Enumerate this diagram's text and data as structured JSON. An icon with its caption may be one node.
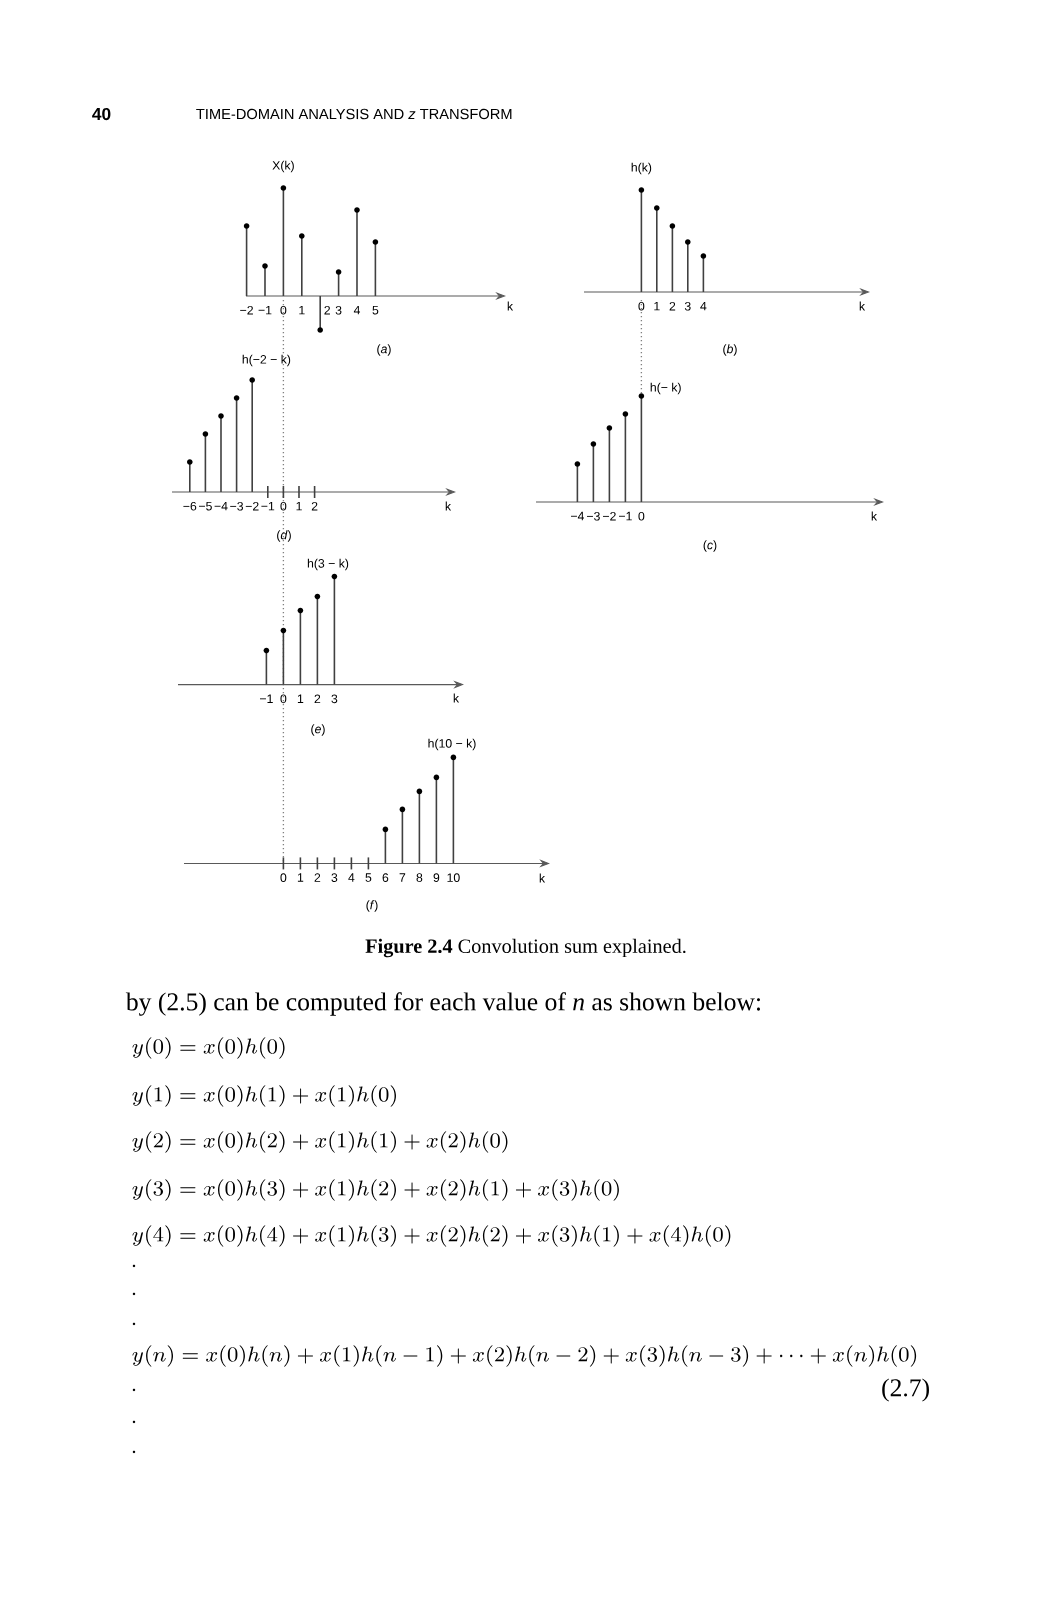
{
  "diagram": {
    "caption": "**Figure 2.4** Convolution sum explained.",
    "labels": [
      "40",
      "TIME-DOMAIN ANALYSIS AND *z* TRANSFORM",
      "X(k)",
      "−2",
      "−1",
      "0",
      "1",
      "2",
      "3",
      "4",
      "5",
      "k",
      "(*a*)",
      "h(k)",
      "0",
      "1",
      "2",
      "3",
      "4",
      "k",
      "(*b*)",
      "h(−2 − k)",
      "−6",
      "−5",
      "−4",
      "−3",
      "−2",
      "−1",
      "0",
      "1",
      "2",
      "k",
      "(*d*)",
      "h(− k)",
      "−4",
      "−3",
      "−2",
      "−1",
      "0",
      "k",
      "(*c*)",
      "h(3 − k)",
      "−1",
      "0",
      "1",
      "2",
      "3",
      "k",
      "(*e*)",
      "h(10 − k)",
      "0",
      "1",
      "2",
      "3",
      "4",
      "5",
      "6",
      "7",
      "8",
      "9",
      "10",
      "k",
      "(*f*)",
      "by (2.5) can be computed for each value of *n* as shown below:",
      "y(0) = x(0)h(0)",
      "y(1) = x(0)h(1) + x(1)h(0)",
      "y(2) = x(0)h(2) + x(1)h(1) + x(2)h(0)",
      "y(3) = x(0)h(3) + x(1)h(2) + x(2)h(1) + x(3)h(0)",
      "y(4) = x(0)h(4) + x(1)h(3) + x(2)h(2) + x(3)h(1) + x(4)h(0)",
      "y(n) = x(0)h(n)+x(1)h(n-1)+x(2)h(n-2)+x(3)h(n-3)+\\cdots+x(n)h(0)",
      "(2.7)"
    ]
  }
}
